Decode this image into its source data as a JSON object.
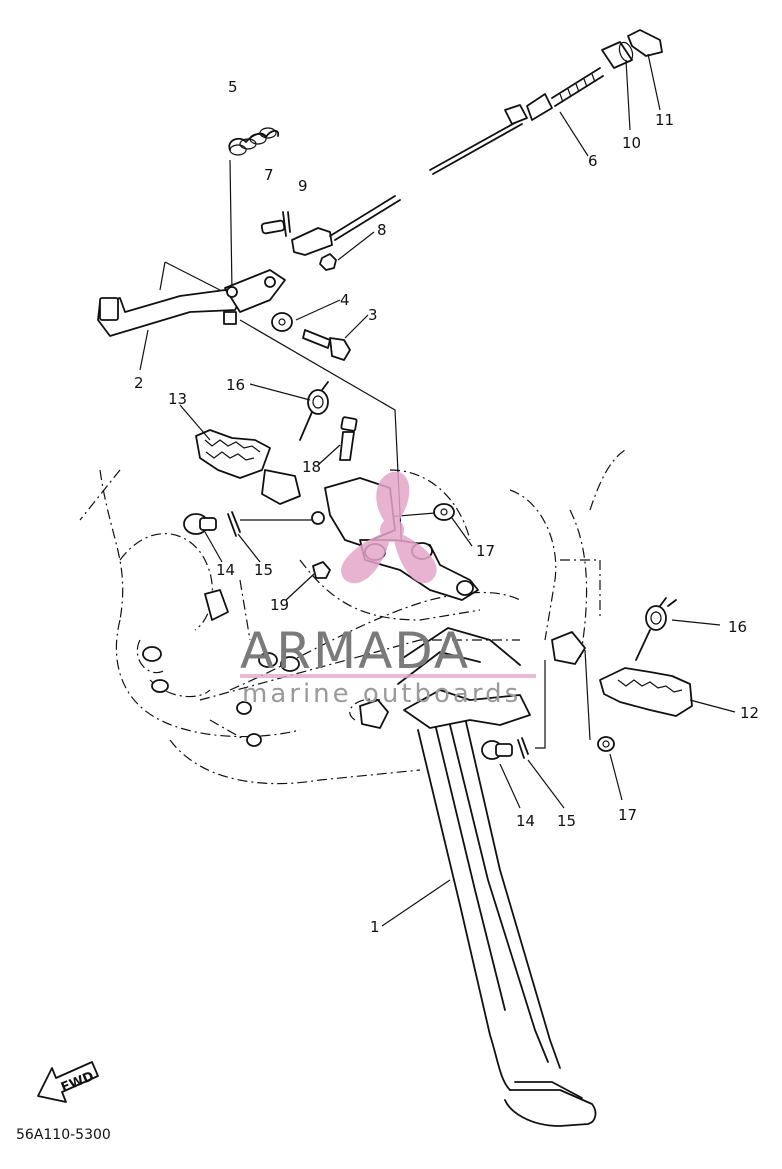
{
  "diagram": {
    "callouts": [
      {
        "id": "c5",
        "label": "5"
      },
      {
        "id": "c7",
        "label": "7"
      },
      {
        "id": "c9",
        "label": "9"
      },
      {
        "id": "c8",
        "label": "8"
      },
      {
        "id": "c6",
        "label": "6"
      },
      {
        "id": "c10",
        "label": "10"
      },
      {
        "id": "c11",
        "label": "11"
      },
      {
        "id": "c4",
        "label": "4"
      },
      {
        "id": "c3",
        "label": "3"
      },
      {
        "id": "c2",
        "label": "2"
      },
      {
        "id": "c16a",
        "label": "16"
      },
      {
        "id": "c13",
        "label": "13"
      },
      {
        "id": "c18",
        "label": "18"
      },
      {
        "id": "c17a",
        "label": "17"
      },
      {
        "id": "c14a",
        "label": "14"
      },
      {
        "id": "c15a",
        "label": "15"
      },
      {
        "id": "c19",
        "label": "19"
      },
      {
        "id": "c16b",
        "label": "16"
      },
      {
        "id": "c12",
        "label": "12"
      },
      {
        "id": "c14b",
        "label": "14"
      },
      {
        "id": "c15b",
        "label": "15"
      },
      {
        "id": "c17b",
        "label": "17"
      },
      {
        "id": "c1",
        "label": "1"
      }
    ],
    "diagram_code": "56A110-5300",
    "fwd_label": "FWD"
  },
  "watermark": {
    "title": "ARMADA",
    "subtitle": "marine outboards",
    "color": "#e3a6c8"
  }
}
